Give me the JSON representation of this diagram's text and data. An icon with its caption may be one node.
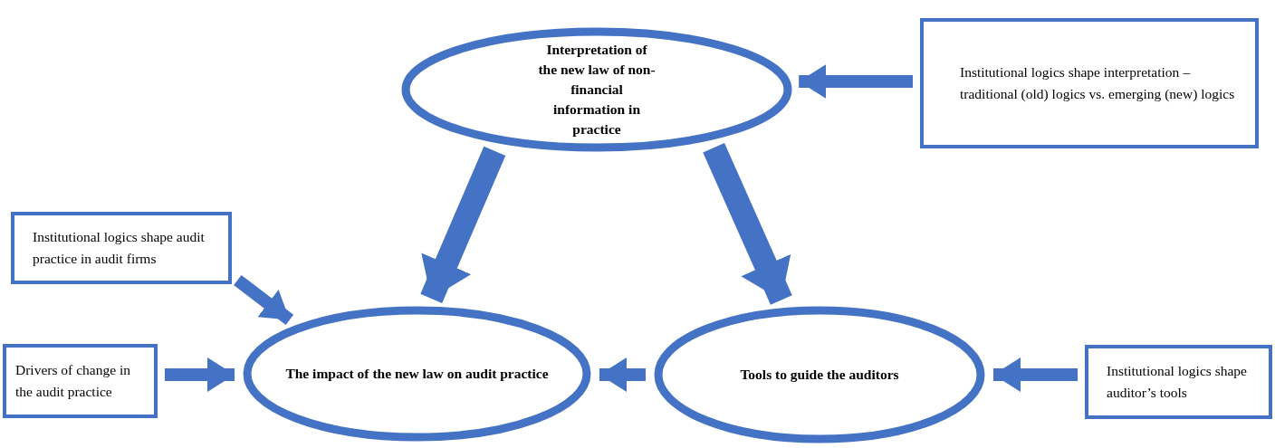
{
  "diagram": {
    "nodes": [
      {
        "text": [
          "Interpretation of the new law of non-financial information in practice"
        ]
      },
      {
        "text": [
          "Institutional logics shape interpretation – traditional (old) logics vs. emerging (new) logics"
        ]
      },
      {
        "text": [
          "Institutional logics shape audit practice in audit firms"
        ]
      },
      {
        "text": [
          "Drivers of change in the audit practice"
        ]
      },
      {
        "text": [
          "The impact of the new law on audit practice"
        ]
      },
      {
        "text": [
          "Tools to guide the auditors"
        ]
      },
      {
        "text": [
          "Institutional logics shape auditor’s tools"
        ]
      }
    ],
    "edges": [
      {
        "from": 1,
        "to": 0,
        "arrow": "to"
      },
      {
        "from": 0,
        "to": 4,
        "arrow": "to",
        "style": "thick"
      },
      {
        "from": 0,
        "to": 5,
        "arrow": "to",
        "style": "thick"
      },
      {
        "from": 2,
        "to": 4,
        "arrow": "to"
      },
      {
        "from": 3,
        "to": 4,
        "arrow": "to"
      },
      {
        "from": 5,
        "to": 4,
        "arrow": "to"
      },
      {
        "from": 6,
        "to": 5,
        "arrow": "to"
      }
    ]
  }
}
